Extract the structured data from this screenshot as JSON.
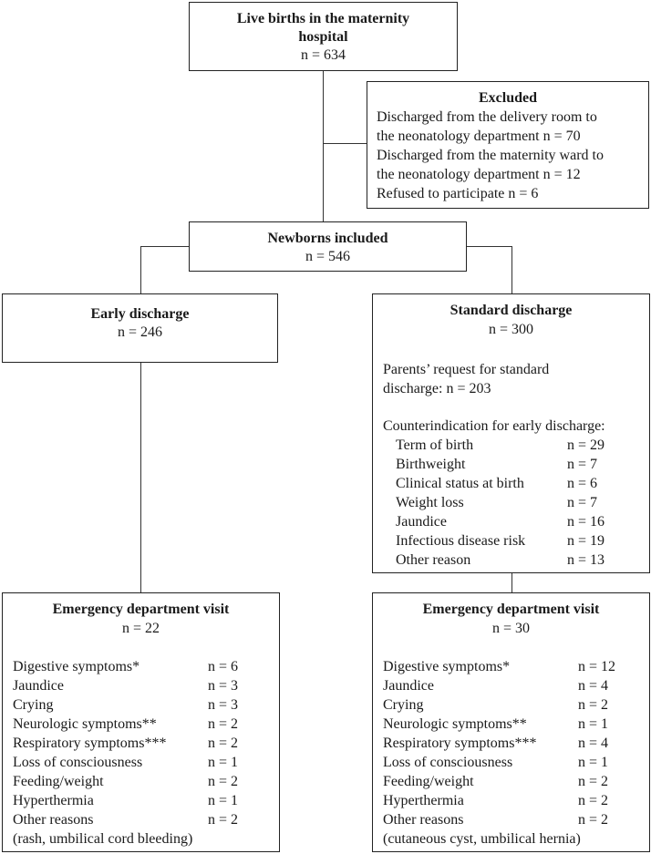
{
  "live_births": {
    "title_line1": "Live births in the maternity",
    "title_line2": "hospital",
    "n": "n = 634"
  },
  "excluded": {
    "title": "Excluded",
    "lines": [
      "Discharged from the delivery room to",
      "the neonatology department  n = 70",
      "Discharged from the maternity ward to",
      "the neonatology department  n = 12",
      "Refused to participate n = 6"
    ]
  },
  "included": {
    "title": "Newborns included",
    "n": "n = 546"
  },
  "early": {
    "title": "Early discharge",
    "n": "n = 246"
  },
  "standard": {
    "title": "Standard discharge",
    "n": "n = 300",
    "request_line1": "Parents’ request for standard",
    "request_line2": "discharge: n = 203",
    "contra_heading": "Counterindication for early discharge:",
    "contra": [
      {
        "label": "Term of birth",
        "n": "n = 29"
      },
      {
        "label": "Birthweight",
        "n": "n = 7"
      },
      {
        "label": "Clinical status at birth",
        "n": "n = 6"
      },
      {
        "label": "Weight loss",
        "n": "n = 7"
      },
      {
        "label": "Jaundice",
        "n": "n = 16"
      },
      {
        "label": "Infectious disease risk",
        "n": "n = 19"
      },
      {
        "label": "Other reason",
        "n": "n = 13"
      }
    ]
  },
  "ed_early": {
    "title": "Emergency department visit",
    "n": "n = 22",
    "items": [
      {
        "label": "Digestive symptoms*",
        "n": "n = 6"
      },
      {
        "label": "Jaundice",
        "n": "n = 3"
      },
      {
        "label": "Crying",
        "n": "n = 3"
      },
      {
        "label": "Neurologic symptoms**",
        "n": "n = 2"
      },
      {
        "label": "Respiratory symptoms***",
        "n": "n = 2"
      },
      {
        "label": "Loss of consciousness",
        "n": "n = 1"
      },
      {
        "label": "Feeding/weight",
        "n": "n = 2"
      },
      {
        "label": "Hyperthermia",
        "n": "n = 1"
      },
      {
        "label": "Other reasons",
        "n": "n = 2"
      }
    ],
    "note": "(rash, umbilical cord bleeding)"
  },
  "ed_standard": {
    "title": "Emergency department visit",
    "n": "n = 30",
    "items": [
      {
        "label": "Digestive symptoms*",
        "n": "n = 12"
      },
      {
        "label": "Jaundice",
        "n": "n = 4"
      },
      {
        "label": "Crying",
        "n": "n = 2"
      },
      {
        "label": "Neurologic symptoms**",
        "n": "n = 1"
      },
      {
        "label": "Respiratory symptoms***",
        "n": "n = 4"
      },
      {
        "label": "Loss of consciousness",
        "n": "n = 1"
      },
      {
        "label": "Feeding/weight",
        "n": "n = 2"
      },
      {
        "label": "Hyperthermia",
        "n": "n = 2"
      },
      {
        "label": "Other reasons",
        "n": "n = 2"
      }
    ],
    "note": "(cutaneous cyst, umbilical hernia)"
  }
}
